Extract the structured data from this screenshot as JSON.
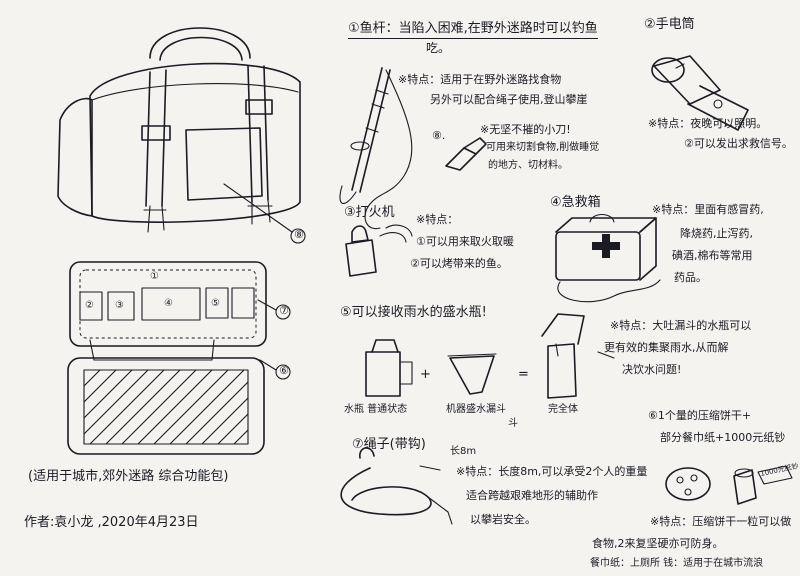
{
  "items": {
    "fishing_rod": {
      "title": "①鱼杆：",
      "desc1": "当陷入困难,在野外迷路时可以钓鱼",
      "desc2": "吃。",
      "feat1": "※特点：适用于在野外迷路找食物",
      "feat2": "另外可以配合绳子使用,登山攀崖"
    },
    "knife": {
      "num": "⑧.",
      "feat1": "※无坚不摧的小刀!",
      "feat2": "可用来切割食物,削做睡觉",
      "feat3": "的地方、切材料。"
    },
    "flashlight": {
      "title": "②手电筒",
      "feat1": "※特点：夜晚可以照明。",
      "feat2": "②可以发出求救信号。"
    },
    "lighter": {
      "title": "③打火机",
      "feat_head": "※特点：",
      "feat1": "①可以用来取火取暖",
      "feat2": "②可以烤带来的鱼。"
    },
    "first_aid": {
      "title": "④急救箱",
      "feat1": "※特点：里面有感冒药,",
      "feat2": "降烧药,止泻药,",
      "feat3": "碘酒,棉布等常用",
      "feat4": "药品。"
    },
    "water_bottle": {
      "title": "⑤可以接收雨水的盛水瓶!",
      "feat1": "※特点：大吐漏斗的水瓶可以",
      "feat2": "更有效的集聚雨水,从而解",
      "feat3": "决饮水问题!",
      "label_bottle": "水瓶 普通状态",
      "label_funnel": "机器盛水漏斗",
      "label_funnel2": "斗",
      "label_full": "完全体",
      "op_plus": "+",
      "op_eq": "="
    },
    "rope": {
      "title": "⑦绳子(带钩)",
      "length": "长8m",
      "feat1": "※特点：长度8m,可以承受2个人的重量",
      "feat2": "适合跨越艰难地形的辅助作",
      "feat3": "以攀岩安全。"
    },
    "food": {
      "title": "⑥1个量的压缩饼干+",
      "line2": "部分餐巾纸+1000元纸钞",
      "feat1": "※特点：压缩饼干一粒可以做",
      "feat2": "食物,2来复坚硬亦可防身。",
      "feat3": "餐巾纸：上厕所  钱：适用于在城市流浪",
      "note_label": "1000元纸钞"
    }
  },
  "bag": {
    "label_8": "⑧",
    "label_7": "⑦",
    "label_6": "⑥",
    "pocket_1": "①",
    "pocket_2": "②",
    "pocket_3": "③",
    "pocket_4": "④",
    "pocket_5": "⑤"
  },
  "caption": "(适用于城市,郊外迷路 综合功能包)",
  "author": "作者:袁小龙 ,2020年4月23日"
}
